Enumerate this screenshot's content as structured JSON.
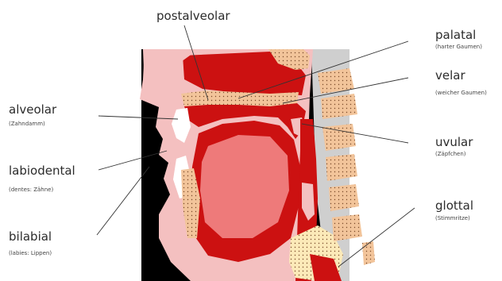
{
  "labels": {
    "postalveolar": {
      "title": "postalveolar"
    },
    "palatal": {
      "title": "palatal",
      "subtitle": "(harter Gaumen)"
    },
    "velar": {
      "title": "velar",
      "subtitle": "(weicher Gaumen)"
    },
    "uvular": {
      "title": "uvular",
      "subtitle": "(Zäpfchen)"
    },
    "glottal": {
      "title": "glottal",
      "subtitle": "(Stimmritze)"
    },
    "alveolar": {
      "title": "alveolar",
      "subtitle": "(Zahndamm)"
    },
    "labiodental": {
      "title": "labiodental",
      "subtitle": "(dentes: Zähne)"
    },
    "bilabial": {
      "title": "bilabial",
      "subtitle": "(labies: Lippen)"
    }
  },
  "colors": {
    "background": "#000000",
    "tissue_red": "#cc1111",
    "soft_pink": "#f4c0c0",
    "tongue_pink": "#ee7a7a",
    "bone": "#f2c49a",
    "bone_pale": "#fbe9b8",
    "spine_gray": "#cfcfcf"
  }
}
